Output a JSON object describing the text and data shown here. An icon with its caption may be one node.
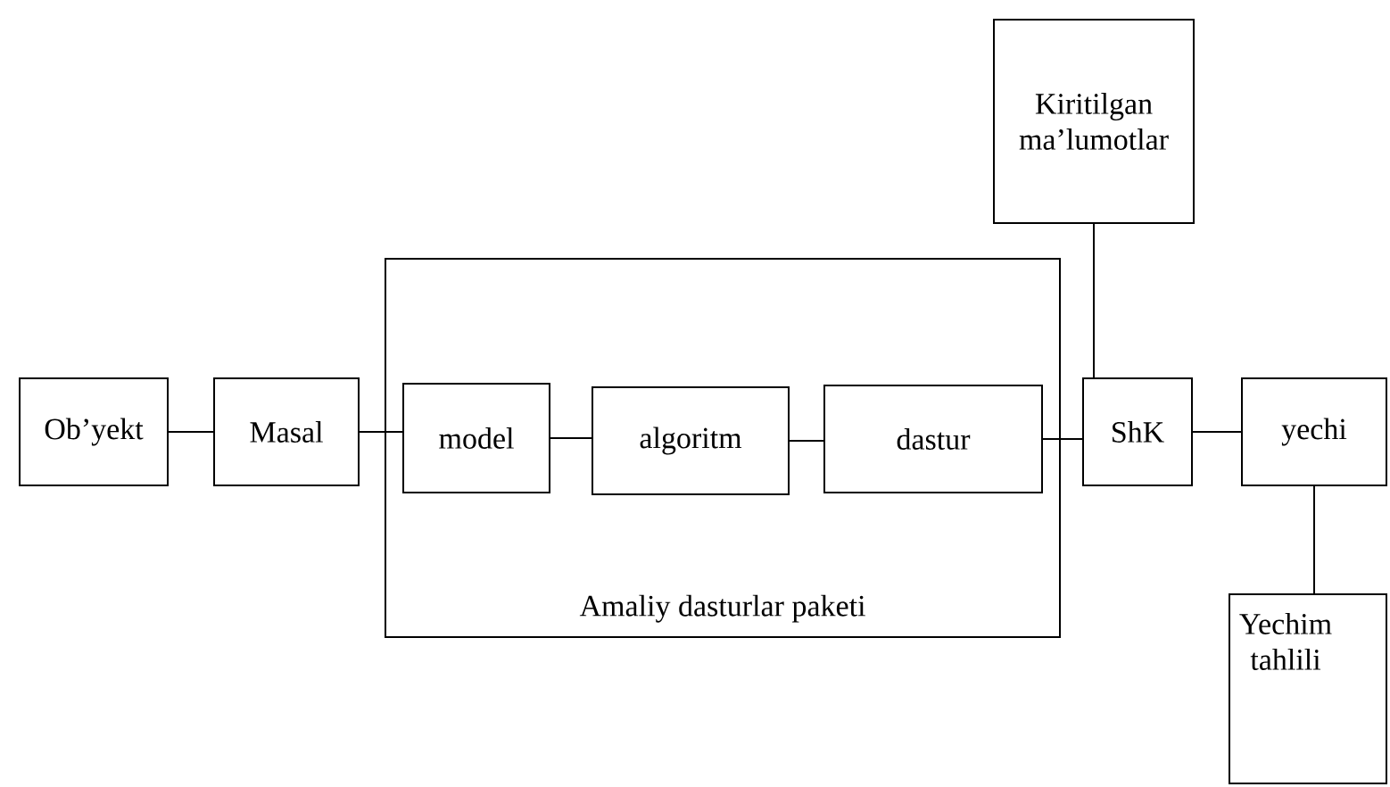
{
  "diagram": {
    "nodes": [
      {
        "text": [
          "Ob’yekt"
        ]
      },
      {
        "text": [
          "Masal"
        ]
      },
      {
        "text": [
          "Amaliy dasturlar paketi"
        ]
      },
      {
        "text": [
          "model"
        ],
        "in": 2
      },
      {
        "text": [
          "algoritm"
        ],
        "in": 2
      },
      {
        "text": [
          "dastur"
        ],
        "in": 2
      },
      {
        "text": [
          "Kiritilgan ma’lumotlar"
        ]
      },
      {
        "text": [
          "ShK"
        ]
      },
      {
        "text": [
          "yechi"
        ]
      },
      {
        "text": [
          "Yechim tahlili"
        ]
      }
    ],
    "edges": [
      {
        "from": 0,
        "to": 1,
        "arrow": "none"
      },
      {
        "from": 1,
        "to": 3,
        "arrow": "none"
      },
      {
        "from": 3,
        "to": 4,
        "arrow": "none"
      },
      {
        "from": 4,
        "to": 5,
        "arrow": "none"
      },
      {
        "from": 5,
        "to": 7,
        "arrow": "none"
      },
      {
        "from": 6,
        "to": 7,
        "arrow": "none"
      },
      {
        "from": 7,
        "to": 8,
        "arrow": "none"
      },
      {
        "from": 8,
        "to": 9,
        "arrow": "none"
      }
    ]
  }
}
